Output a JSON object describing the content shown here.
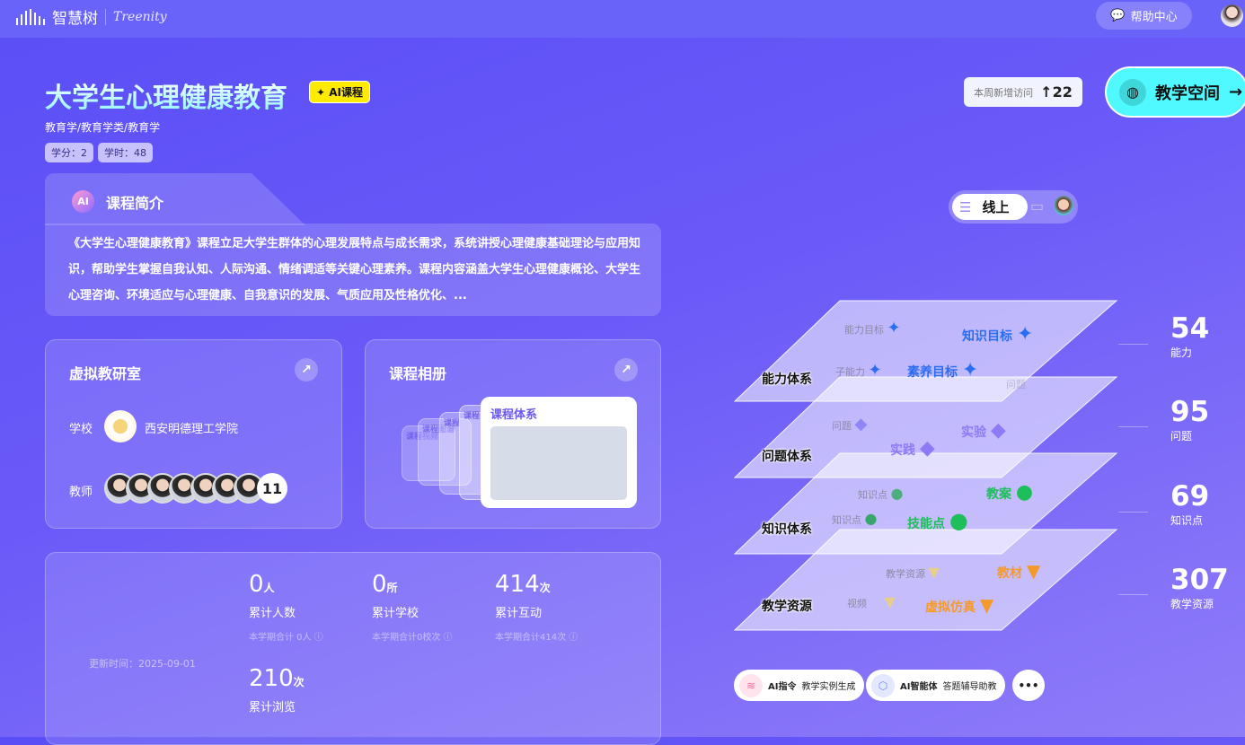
{
  "header": {
    "logo_cn": "智慧树",
    "logo_en": "Treenity",
    "help": "帮助中心"
  },
  "course": {
    "title": "大学生心理健康教育",
    "ai_badge": "✦ AI课程",
    "category": "教育学/教育学类/教育学",
    "credit": "学分：2",
    "hours": "学时：48"
  },
  "visits": {
    "label": "本周新增访问",
    "value": "22"
  },
  "space_button": "教学空间",
  "intro": {
    "title": "课程简介",
    "ai_icon": "AI",
    "text": "《大学生心理健康教育》课程立足大学生群体的心理发展特点与成长需求，系统讲授心理健康基础理论与应用知识，帮助学生掌握自我认知、人际沟通、情绪调适等关键心理素养。课程内容涵盖大学生心理健康概论、大学生心理咨询、环境适应与心理健康、自我意识的发展、气质应用及性格优化、..."
  },
  "lab": {
    "title": "虚拟教研室",
    "school_label": "学校",
    "school": "西安明德理工学院",
    "teacher_label": "教师",
    "teacher_count": "11"
  },
  "album": {
    "title": "课程相册",
    "cards": [
      "课程视频",
      "课程图谱",
      "课程",
      "课程",
      "课程体系"
    ]
  },
  "stats": {
    "updated": "更新时间：2025-09-01",
    "items": [
      {
        "value": "0",
        "unit": "人",
        "label": "累计人数",
        "sub": "本学期合计 0人"
      },
      {
        "value": "0",
        "unit": "所",
        "label": "累计学校",
        "sub": "本学期合计0校次"
      },
      {
        "value": "414",
        "unit": "次",
        "label": "累计互动",
        "sub": "本学期合计414次"
      },
      {
        "value": "210",
        "unit": "次",
        "label": "累计浏览",
        "sub": ""
      }
    ]
  },
  "mode": {
    "label": "线上"
  },
  "layers": [
    {
      "name": "能力体系",
      "count": "54",
      "count_label": "能力",
      "color": "#2a6df0",
      "nodes": [
        "能力目标",
        "知识目标",
        "子能力",
        "素养目标",
        "问题"
      ]
    },
    {
      "name": "问题体系",
      "count": "95",
      "count_label": "问题",
      "color": "#8f7af5",
      "nodes": [
        "问题",
        "实验",
        "实践"
      ]
    },
    {
      "name": "知识体系",
      "count": "69",
      "count_label": "知识点",
      "color": "#1dbf5a",
      "nodes": [
        "知识点",
        "教案",
        "知识点",
        "技能点"
      ]
    },
    {
      "name": "教学资源",
      "count": "307",
      "count_label": "教学资源",
      "color": "#f59a2a",
      "nodes": [
        "教学资源",
        "教材",
        "视频",
        "虚拟仿真"
      ]
    }
  ],
  "ai_tools": [
    {
      "name": "AI指令",
      "desc": "教学实例生成"
    },
    {
      "name": "AI智能体",
      "desc": "答题辅导助教"
    }
  ],
  "more": "•••"
}
